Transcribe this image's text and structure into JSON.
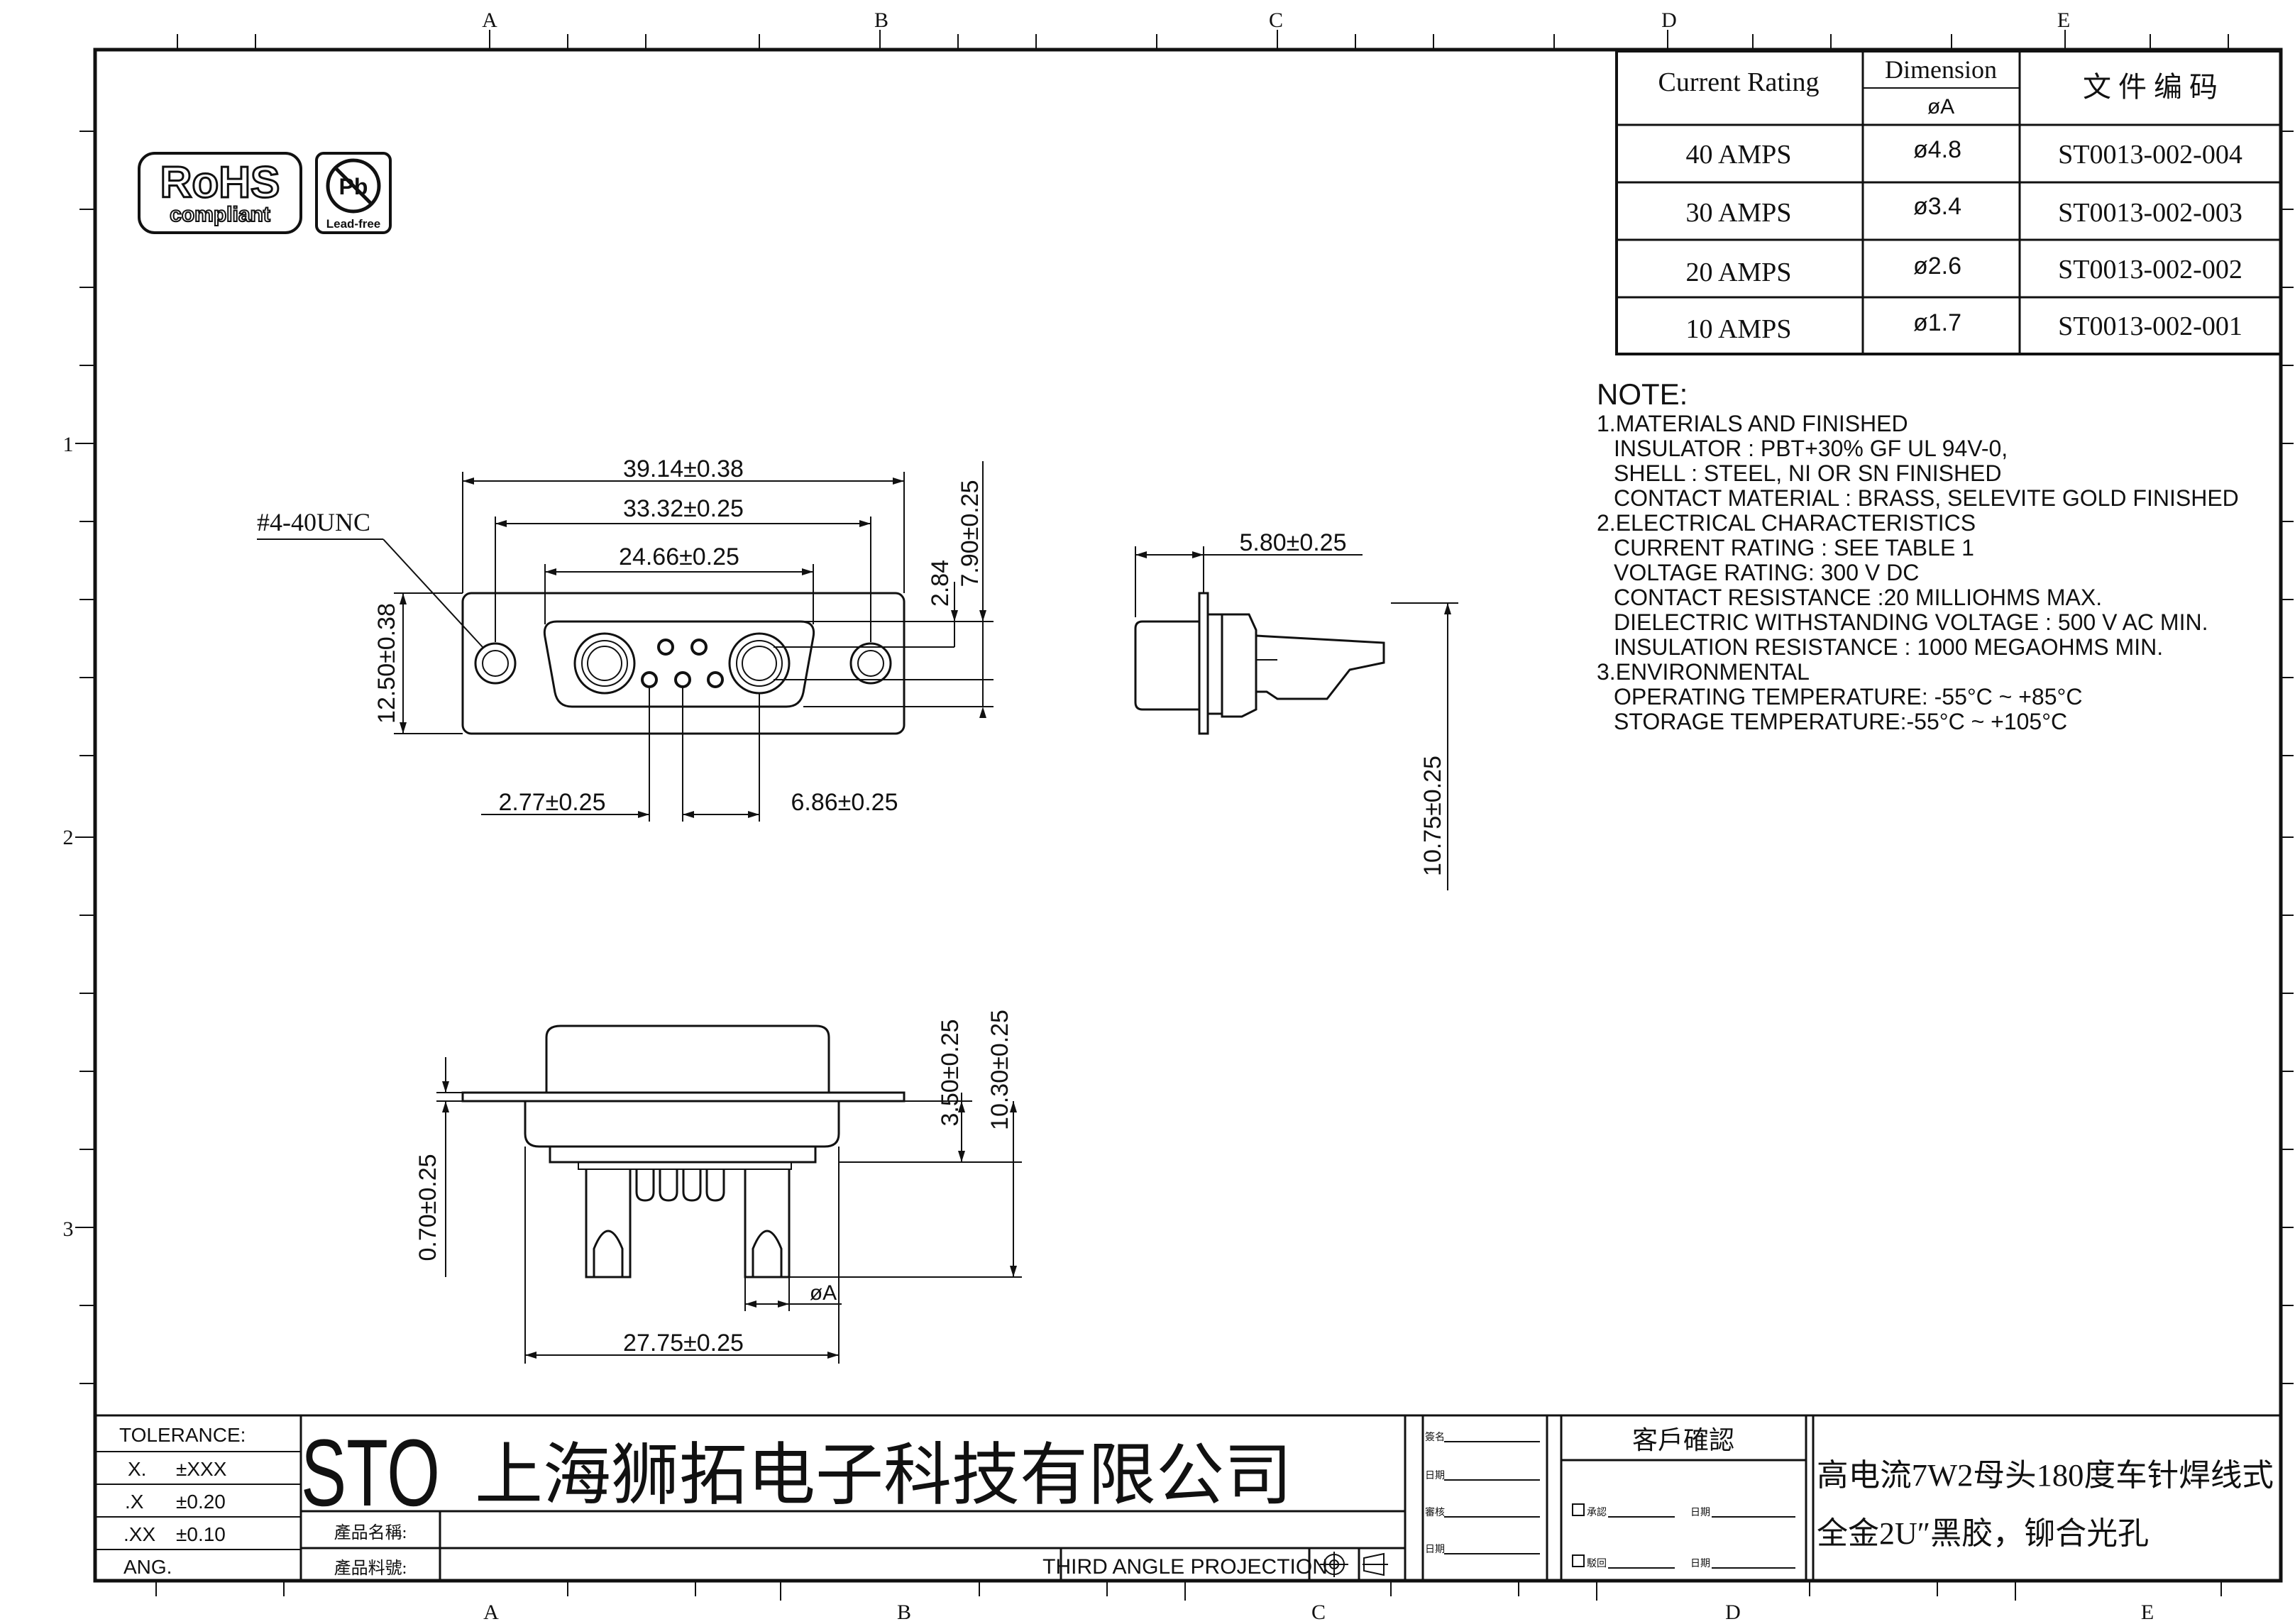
{
  "frame": {
    "top_letters": [
      "A",
      "B",
      "C",
      "D",
      "E"
    ],
    "bottom_letters": [
      "A",
      "B",
      "C",
      "D",
      "E"
    ],
    "side_numbers": [
      "1",
      "2",
      "3"
    ]
  },
  "logos": {
    "rohs_line1": "RoHS",
    "rohs_line2": "compliant",
    "pb_symbol": "Pb",
    "pb_caption": "Lead-free"
  },
  "rating_table": {
    "header_current": "Current Rating",
    "header_dimension": "Dimension",
    "header_dim_sub": "øA",
    "header_code": "文 件 编 码",
    "rows": [
      {
        "current": "40 AMPS",
        "dim": "ø4.8",
        "code": "ST0013-002-004"
      },
      {
        "current": "30 AMPS",
        "dim": "ø3.4",
        "code": "ST0013-002-003"
      },
      {
        "current": "20 AMPS",
        "dim": "ø2.6",
        "code": "ST0013-002-002"
      },
      {
        "current": "10 AMPS",
        "dim": "ø1.7",
        "code": "ST0013-002-001"
      }
    ]
  },
  "notes": {
    "title": "NOTE:",
    "lines": [
      "1.MATERIALS AND FINISHED",
      "INSULATOR : PBT+30% GF UL 94V-0,",
      "SHELL : STEEL, NI OR SN FINISHED",
      "CONTACT MATERIAL : BRASS, SELEVITE GOLD FINISHED",
      "2.ELECTRICAL CHARACTERISTICS",
      "CURRENT RATING : SEE TABLE 1",
      "VOLTAGE RATING: 300 V DC",
      "CONTACT RESISTANCE :20 MILLIOHMS MAX.",
      "DIELECTRIC WITHSTANDING VOLTAGE : 500 V AC MIN.",
      "INSULATION RESISTANCE : 1000 MEGAOHMS MIN.",
      "3.ENVIRONMENTAL",
      "OPERATING TEMPERATURE: -55°C ~ +85°C",
      "STORAGE TEMPERATURE:-55°C ~ +105°C"
    ]
  },
  "dimensions": {
    "thread": "#4-40UNC",
    "overall_width": "39.14±0.38",
    "mount_pitch": "33.32±0.25",
    "shell_width": "24.66±0.25",
    "shell_height": "12.50±0.38",
    "v_offset": "2.84",
    "v_total": "7.90±0.25",
    "pin_pitch": "2.77±0.25",
    "power_offset": "6.86±0.25",
    "side_depth": "5.80±0.25",
    "side_length": "10.75±0.25",
    "bottom_a": "3.50±0.25",
    "bottom_b": "10.30±0.25",
    "bottom_c": "0.70±0.25",
    "bottom_width": "27.75±0.25",
    "dia_label": "øA"
  },
  "title_block": {
    "tolerance_title": "TOLERANCE:",
    "tol_rows": [
      {
        "k": "X.",
        "v": "±XXX"
      },
      {
        "k": ".X",
        "v": "±0.20"
      },
      {
        "k": ".XX",
        "v": "±0.10"
      },
      {
        "k": "ANG.",
        "v": ""
      }
    ],
    "logo": "STO",
    "company": "上海狮拓电子科技有限公司",
    "product_name_label": "產品名稱:",
    "product_code_label": "產品料號:",
    "projection": "THIRD ANGLE PROJECTION",
    "sign_labels": [
      "簽名",
      "日期",
      "審核",
      "日期"
    ],
    "customer_confirm": "客戶確認",
    "approve_label": "承認",
    "reject_label": "駁回",
    "date_label": "日期",
    "desc_line1": "高电流7W2母头180度车针焊线式",
    "desc_line2": "全金2U″黑胶，铆合光孔"
  },
  "colors": {
    "ink": "#111111",
    "paper": "#ffffff"
  }
}
